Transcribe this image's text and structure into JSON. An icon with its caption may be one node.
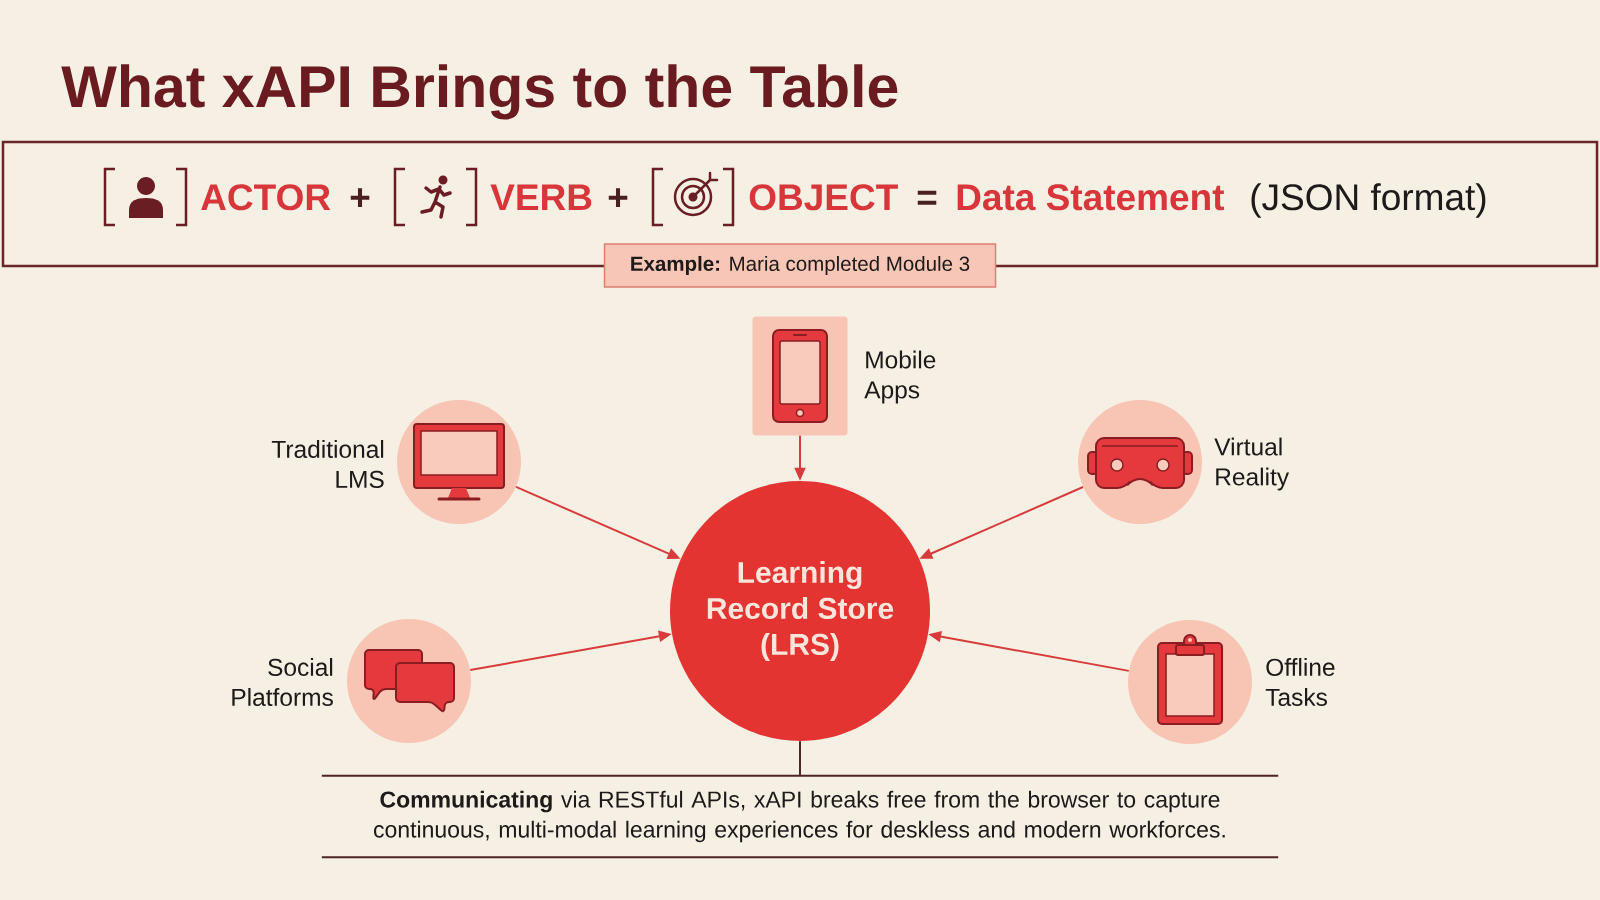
{
  "diagram": {
    "title": "What xAPI Brings to the Table",
    "nodes": [
      {
        "text": [
          "ACTOR",
          "+",
          "VERB",
          "+",
          "OBJECT",
          "=",
          "Data Statement",
          "(JSON format)"
        ]
      },
      {
        "text": [
          "**Example:** Maria completed Module 3"
        ]
      },
      {
        "text": [
          "Mobile Apps"
        ]
      },
      {
        "text": [
          "Traditional LMS"
        ]
      },
      {
        "text": [
          "Virtual Reality"
        ]
      },
      {
        "text": [
          "Learning Record Store (LRS)"
        ]
      },
      {
        "text": [
          "Social Platforms"
        ]
      },
      {
        "text": [
          "Offline Tasks"
        ]
      },
      {
        "text": [
          "**Communicating** via RESTful APIs, xAPI breaks free from the browser to capture continuous, multi-modal learning experiences for deskless and modern workforces."
        ]
      }
    ],
    "edges": [
      {
        "from": 2,
        "to": 5,
        "arrow": "to"
      },
      {
        "from": 3,
        "to": 5,
        "arrow": "to"
      },
      {
        "from": 4,
        "to": 5,
        "arrow": "to"
      },
      {
        "from": 6,
        "to": 5,
        "arrow": "to"
      },
      {
        "from": 7,
        "to": 5,
        "arrow": "to"
      },
      {
        "from": 5,
        "to": 8,
        "arrow": "none",
        "color": "#4e2327"
      }
    ]
  }
}
